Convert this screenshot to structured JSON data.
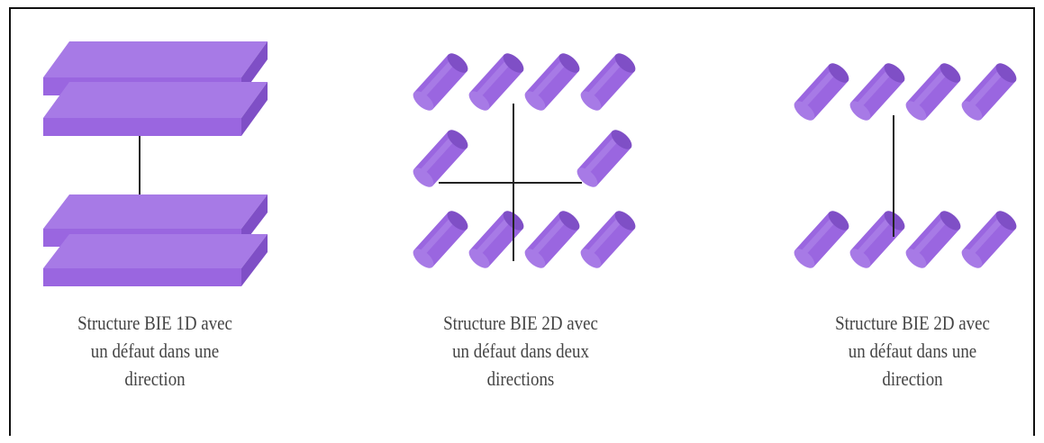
{
  "colors": {
    "material_top": "#a77ae6",
    "material_face": "#9a66e0",
    "material_side": "#7f4fc6",
    "defect_line": "#222222",
    "caption_text": "#444444"
  },
  "structures": [
    {
      "kind": "1D-plates",
      "caption_lines": [
        "Structure BIE 1D avec",
        "un défaut dans une",
        "direction"
      ]
    },
    {
      "kind": "2D-rods-two-defects",
      "caption_lines": [
        "Structure BIE 2D avec",
        "un défaut dans deux",
        "directions"
      ]
    },
    {
      "kind": "2D-rods-one-defect",
      "caption_lines": [
        "Structure BIE 2D avec",
        "un défaut dans une",
        "direction"
      ]
    }
  ]
}
